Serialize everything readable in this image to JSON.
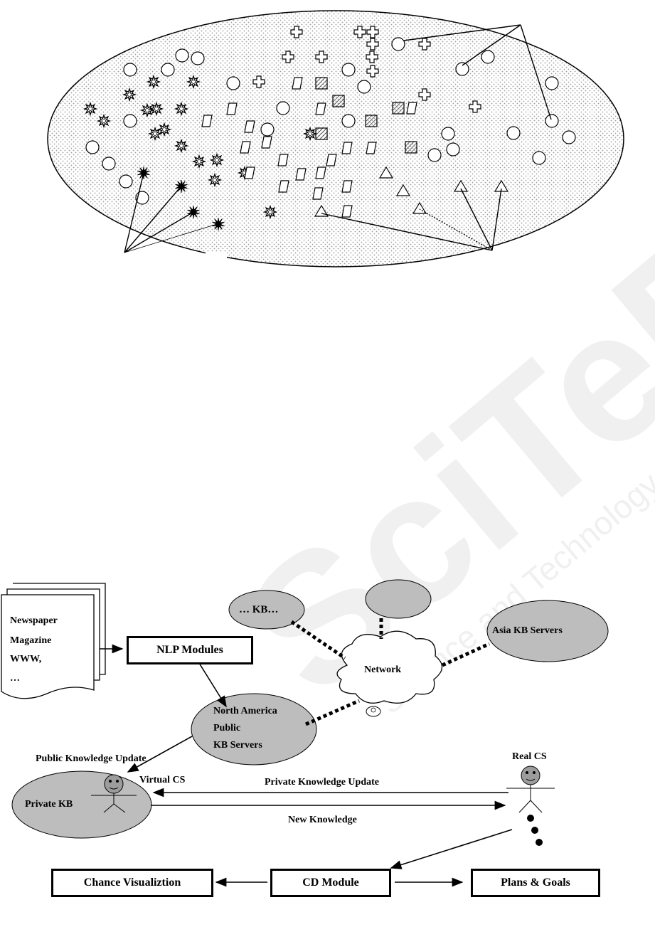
{
  "sources": {
    "lines": [
      "Newspaper",
      "Magazine",
      "WWW,",
      "…"
    ]
  },
  "boxes": {
    "nlp": "NLP Modules",
    "chance": "Chance Visualiztion",
    "cd": "CD Module",
    "plans": "Plans & Goals"
  },
  "servers": {
    "kb_dots": "… KB…",
    "asia": "Asia KB Servers",
    "north_america": [
      "North America",
      "Public",
      "KB Servers"
    ],
    "private": "Private KB"
  },
  "network": "Network",
  "actors": {
    "virtual": "Virtual CS",
    "real": "Real CS"
  },
  "edges": {
    "public_update": "Public Knowledge Update",
    "private_update": "Private Knowledge Update",
    "new_knowledge": "New Knowledge"
  },
  "watermark": {
    "brand": "SciTePress",
    "tagline": "Science and Technology Publications"
  },
  "colors": {
    "ellipse_fill": "#ffffff",
    "dot_pattern": "#b8b8b8",
    "server_fill": "#bdbdbd",
    "watermark": "#e8e8e8"
  }
}
